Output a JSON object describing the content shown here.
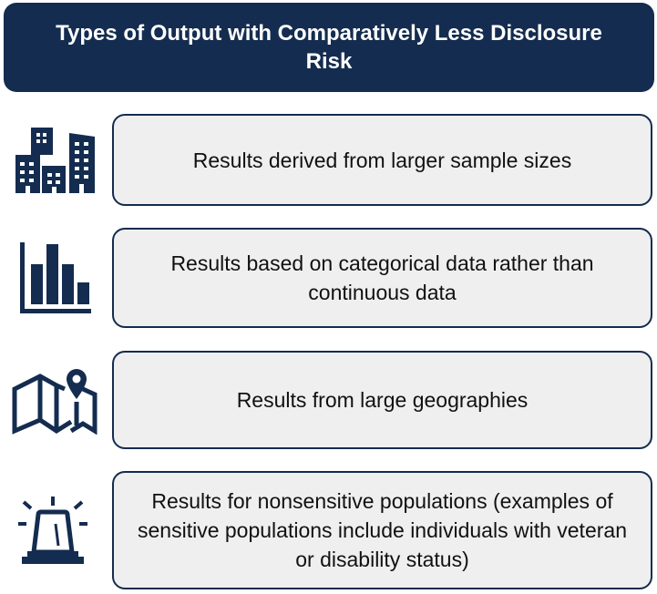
{
  "header": {
    "title": "Types of Output with Comparatively Less Disclosure Risk"
  },
  "colors": {
    "navy": "#142c4f",
    "box_fill": "#efefef",
    "text": "#111111"
  },
  "items": [
    {
      "icon": "buildings-icon",
      "text": "Results derived from larger sample sizes"
    },
    {
      "icon": "bar-chart-icon",
      "text": "Results based on categorical data rather than continuous data"
    },
    {
      "icon": "map-pin-icon",
      "text": "Results from large geographies"
    },
    {
      "icon": "siren-alarm-icon",
      "text": "Results for nonsensitive populations (examples of sensitive populations include individuals with veteran or disability status)"
    }
  ]
}
